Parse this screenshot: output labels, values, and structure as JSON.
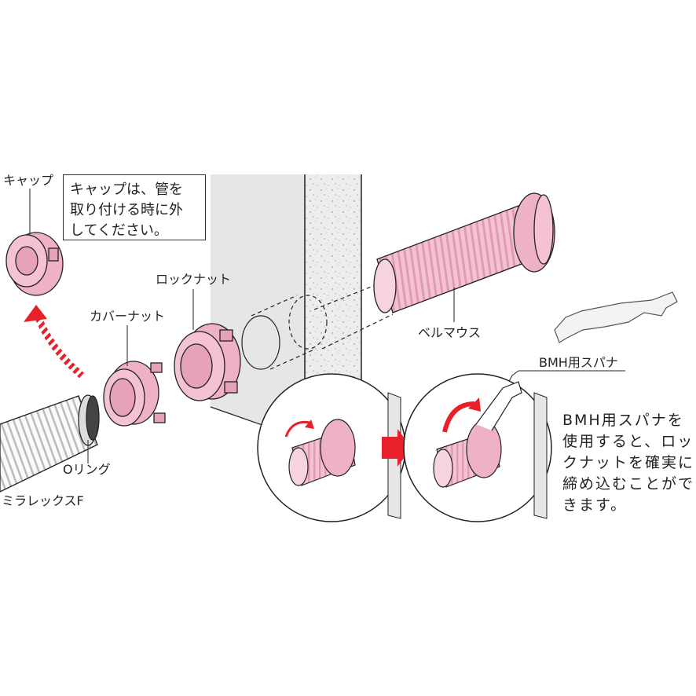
{
  "labels": {
    "cap": "キャップ",
    "lock_nut": "ロックナット",
    "cover_nut": "カバーナット",
    "bell_mouth": "ベルマウス",
    "o_ring": "Oリング",
    "miralex": "ミラレックスF",
    "bmh_spanner": "BMH用スパナ"
  },
  "note": {
    "lines": [
      "キャップは、管を",
      "取り付ける時に外",
      "してください。"
    ]
  },
  "side_text": {
    "lines": [
      "BMH用スパナを",
      "使用すると、ロッ",
      "クナットを確実に",
      "締め込むことがで",
      "きます。"
    ]
  },
  "colors": {
    "part_pink": "#f4c2d4",
    "part_pink_dark": "#e7a2bb",
    "wall_gray": "#e3e3e3",
    "arrow_red": "#e8202a",
    "line": "#222222"
  }
}
